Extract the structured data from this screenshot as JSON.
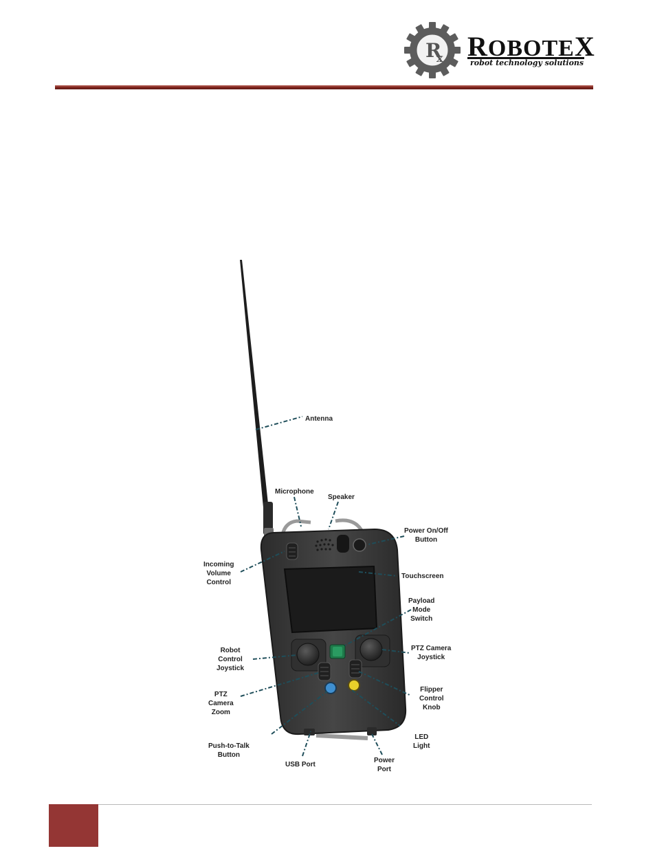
{
  "header": {
    "brand_name": "ROBOTEX",
    "brand_initial": "R",
    "brand_rest": "OBOTE",
    "brand_last": "X",
    "tagline": "robot technology solutions",
    "logo_mark": "Rx",
    "accent_color": "#943634"
  },
  "diagram": {
    "callouts": {
      "antenna": "Antenna",
      "microphone": "Microphone",
      "speaker": "Speaker",
      "power_button": [
        "Power On/Off",
        "Button"
      ],
      "volume": [
        "Incoming",
        "Volume",
        "Control"
      ],
      "touchscreen": "Touchscreen",
      "payload": [
        "Payload",
        "Mode",
        "Switch"
      ],
      "robot_joystick": [
        "Robot",
        "Control",
        "Joystick"
      ],
      "ptz_joystick": [
        "PTZ Camera",
        "Joystick"
      ],
      "ptz_zoom": [
        "PTZ",
        "Camera",
        "Zoom"
      ],
      "flipper": [
        "Flipper",
        "Control",
        "Knob"
      ],
      "led": [
        "LED",
        "Light"
      ],
      "push_to_talk": [
        "Push-to-Talk",
        "Button"
      ],
      "usb": "USB Port",
      "power_port": [
        "Power",
        "Port"
      ]
    },
    "line_color": "#1f4e5a",
    "body_color": "#3a3a3a",
    "screen_color": "#1a1a1a",
    "payload_button_color": "#1e7a4a",
    "ptt_button_color": "#3f8fd0",
    "led_color": "#e8d02a"
  },
  "footer": {
    "block_color": "#943634"
  }
}
